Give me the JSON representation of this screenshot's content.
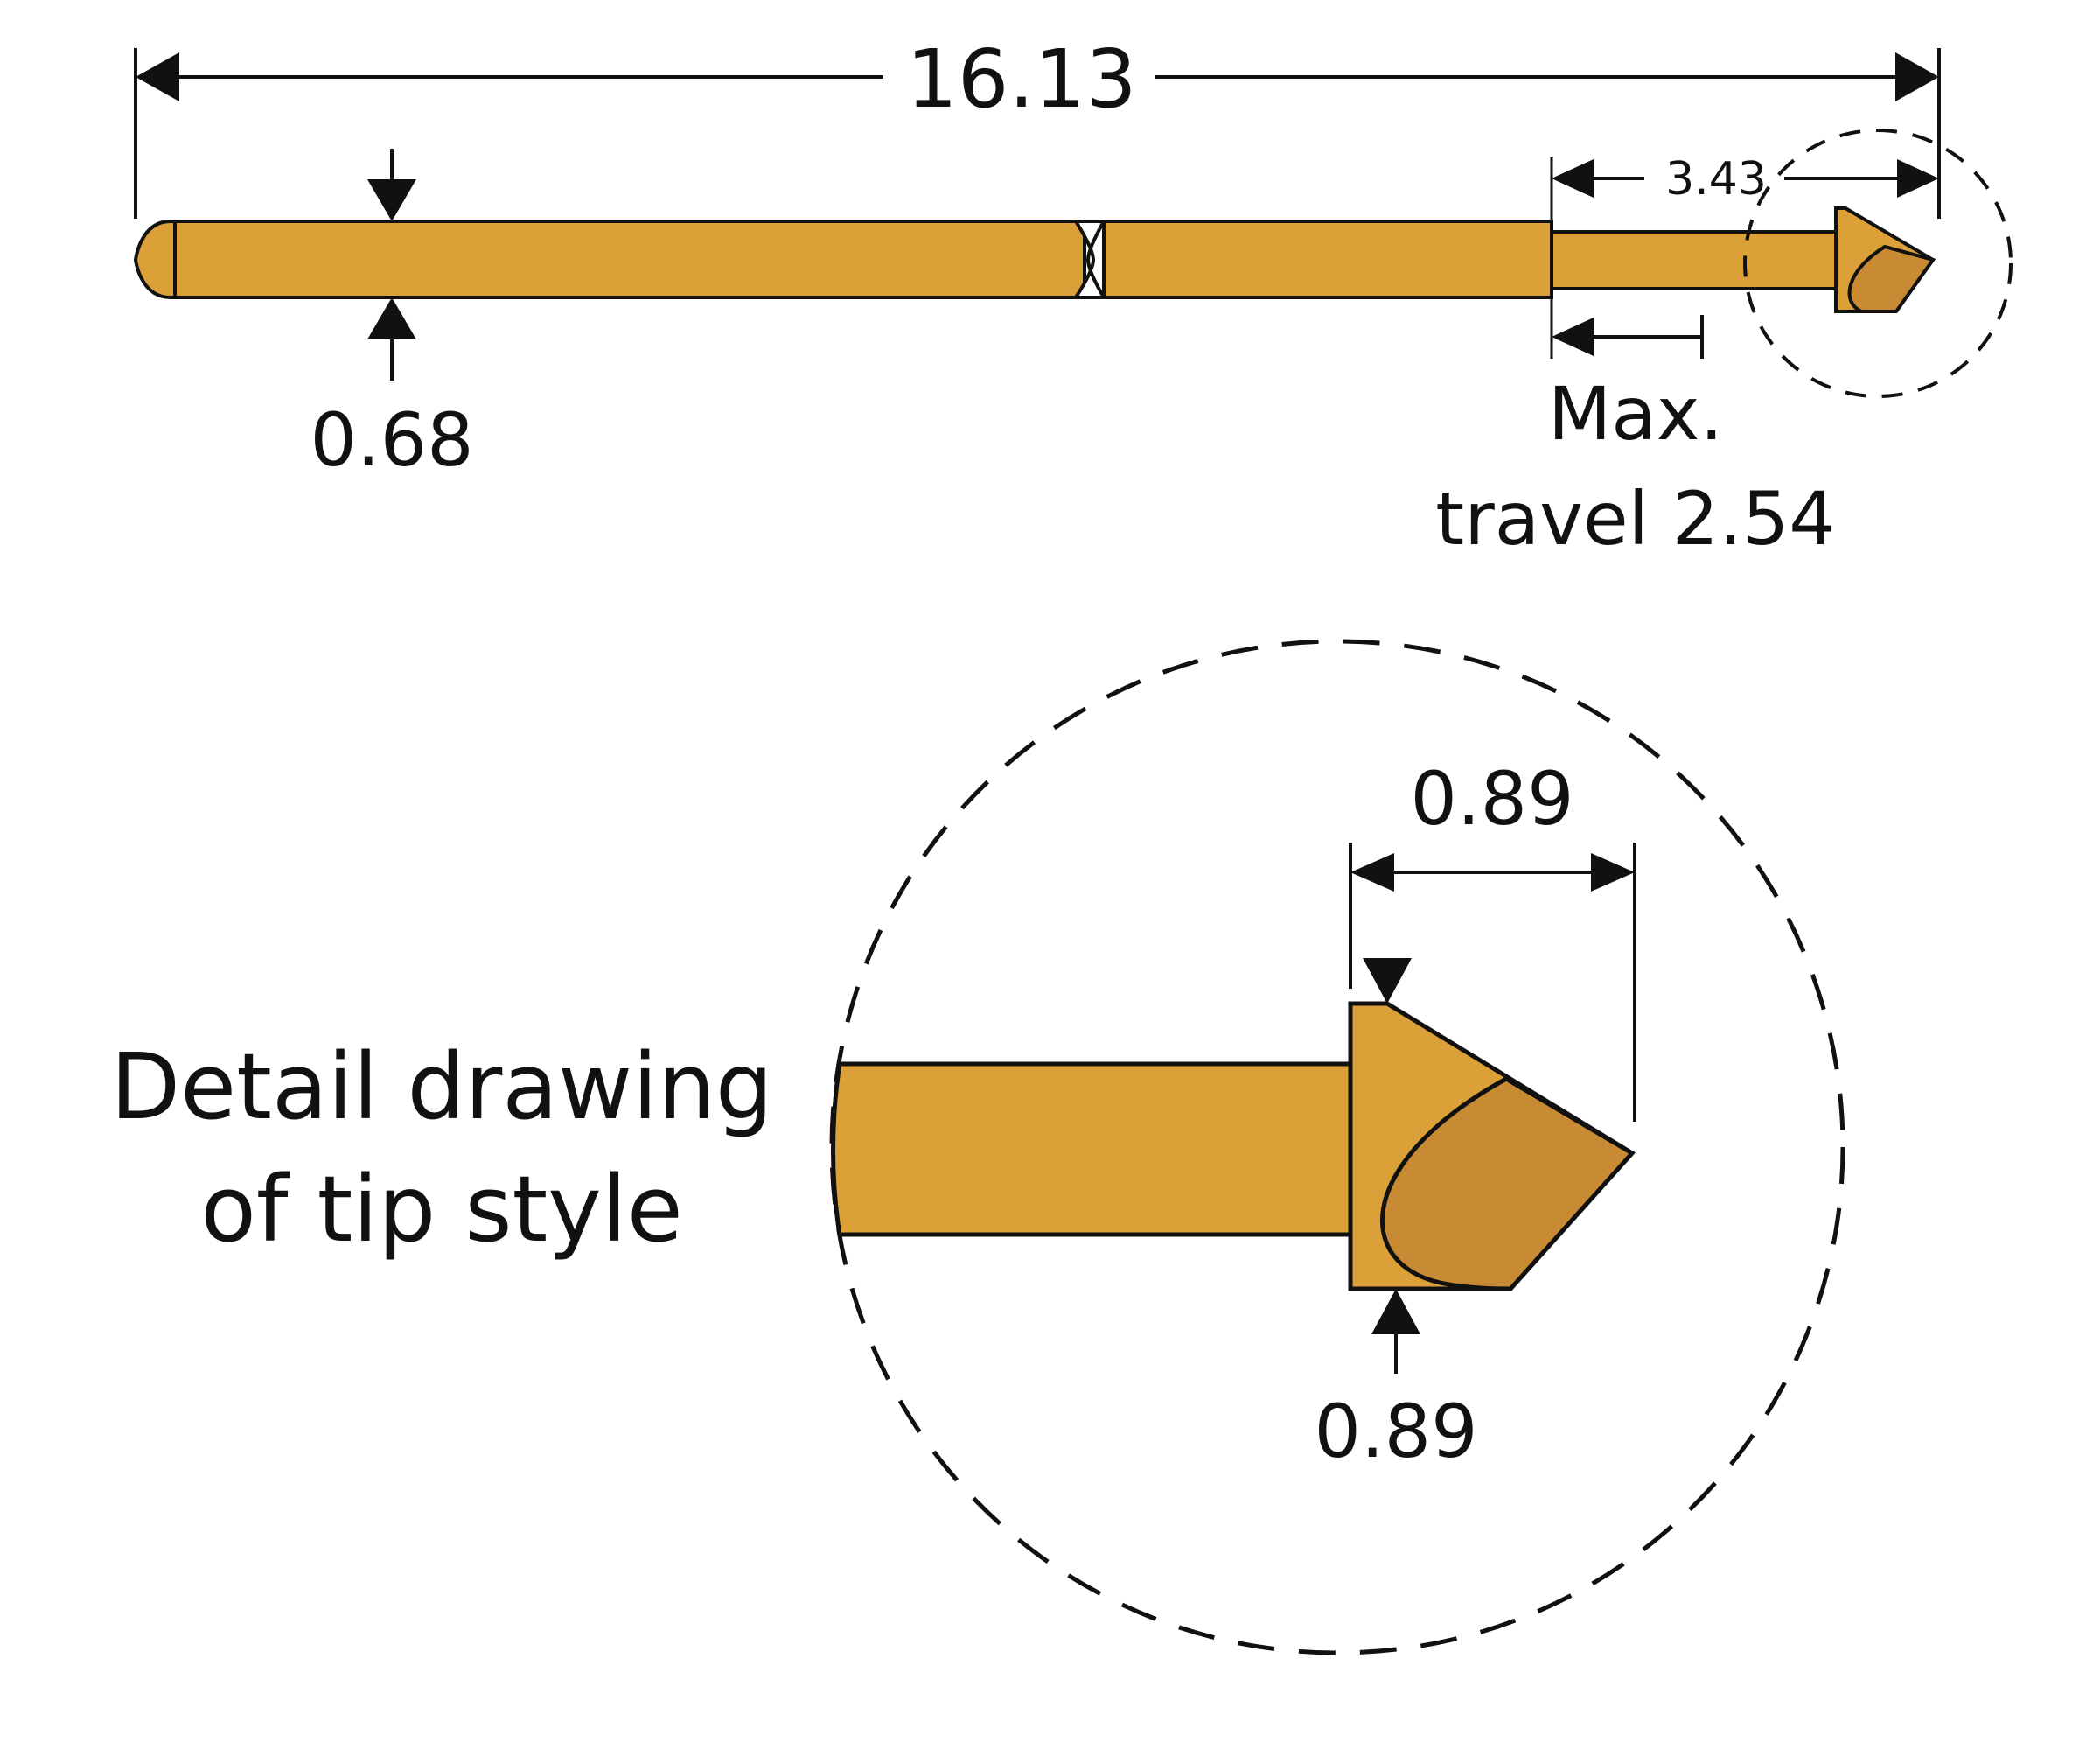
{
  "colors": {
    "body": "#DCA038",
    "tip_face": "#C98A34",
    "outline": "#111111"
  },
  "dimensions": {
    "overall_length": "16.13",
    "tip_length": "3.43",
    "barrel_diameter": "0.68",
    "max_travel_line1": "Max.",
    "max_travel_line2": "travel 2.54",
    "detail_tip_length": "0.89",
    "detail_tip_diameter": "0.89"
  },
  "detail": {
    "title_line1": "Detail drawing",
    "title_line2": "of tip style"
  }
}
